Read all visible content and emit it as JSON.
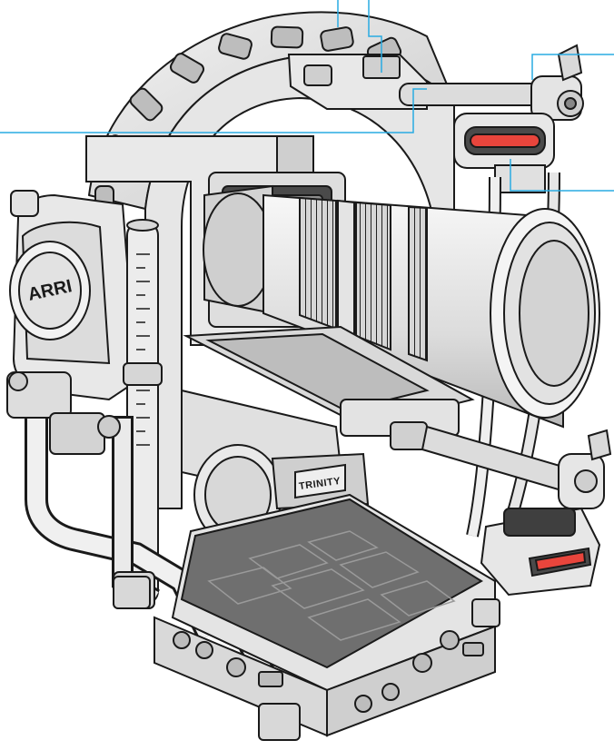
{
  "image": {
    "subject": "camera-stabilizer-rig-line-drawing",
    "logos": {
      "brand_badge": "ARRI",
      "ring_badge": "TRINITY"
    }
  },
  "colors": {
    "callout_line": "#29abe2",
    "grip_red": "#e8453c",
    "outline": "#1a1a1a",
    "body_light": "#efefef",
    "body_mid": "#d4d4d4",
    "body_dark": "#9e9e9e",
    "plate_dark": "#6f6f6f",
    "background": "#ffffff"
  },
  "icons": [
    "arri-logo-icon",
    "trinity-logo-icon"
  ]
}
